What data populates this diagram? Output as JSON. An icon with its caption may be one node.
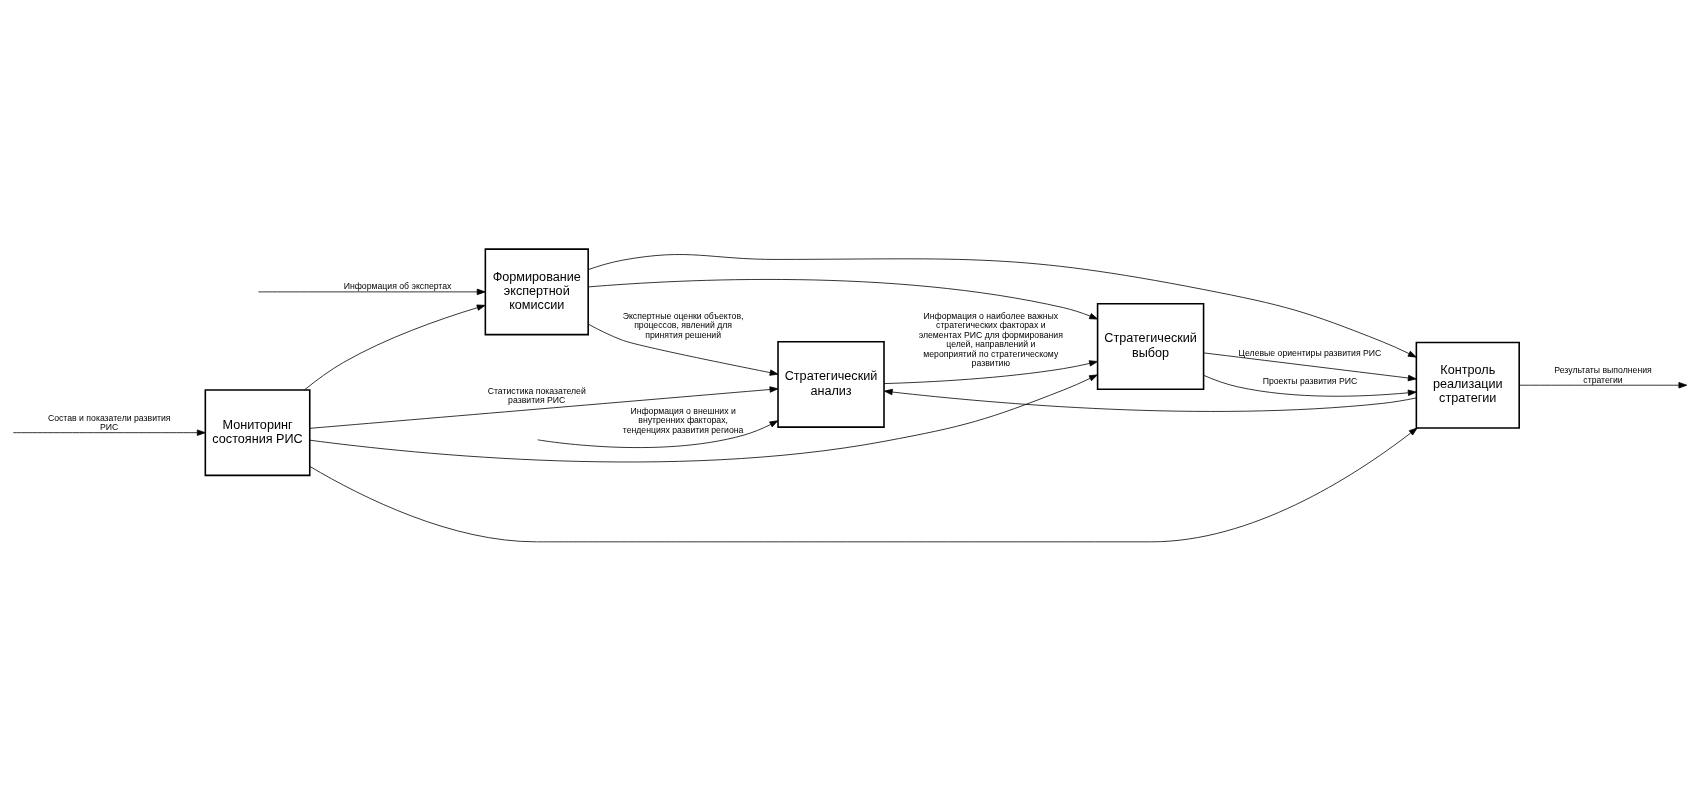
{
  "diagram": {
    "nodes": [
      {
        "text": [
          "Мониторинг состояния РИС"
        ]
      },
      {
        "text": [
          "Стратегический анализ"
        ]
      },
      {
        "text": [
          "Формирование экспертной комиссии"
        ]
      },
      {
        "text": [
          "Стратегический выбор"
        ]
      },
      {
        "text": [
          "Контроль реализации стратегии"
        ]
      }
    ],
    "edges": [
      {
        "from": null,
        "to": 0,
        "arrow": "to",
        "label": "Состав и показатели развития РИС"
      },
      {
        "from": null,
        "to": 1,
        "arrow": "to",
        "label": "Информация о внешних и внутренних факторах, тенденциях развития региона"
      },
      {
        "from": null,
        "to": 2,
        "arrow": "to",
        "label": "Информация об экспертах"
      },
      {
        "from": 0,
        "to": 1,
        "arrow": "to",
        "label": "Статистика показателей развития РИС"
      },
      {
        "from": 0,
        "to": 2,
        "arrow": "to"
      },
      {
        "from": 0,
        "to": 3,
        "arrow": "to"
      },
      {
        "from": 0,
        "to": 4,
        "arrow": "to"
      },
      {
        "from": 1,
        "to": 3,
        "arrow": "to",
        "label": "Информация о наиболее важных стратегических факторах и элементах РИС для формирования целей, направлений и мероприятий по стратегическому развитию"
      },
      {
        "from": 2,
        "to": 1,
        "arrow": "to",
        "label": "Экспертные оценки объектов, процессов, явлений для принятия решений"
      },
      {
        "from": 2,
        "to": 3,
        "arrow": "to"
      },
      {
        "from": 2,
        "to": 4,
        "arrow": "to"
      },
      {
        "from": 3,
        "to": 4,
        "arrow": "to",
        "label": "Проекты развития РИС"
      },
      {
        "from": 3,
        "to": 4,
        "arrow": "to",
        "label": "Целевые ориентиры развития РИС"
      },
      {
        "from": 4,
        "to": null,
        "arrow": "to",
        "label": "Результаты выполнения стратегии"
      },
      {
        "from": 4,
        "to": 1,
        "arrow": "to"
      }
    ]
  }
}
